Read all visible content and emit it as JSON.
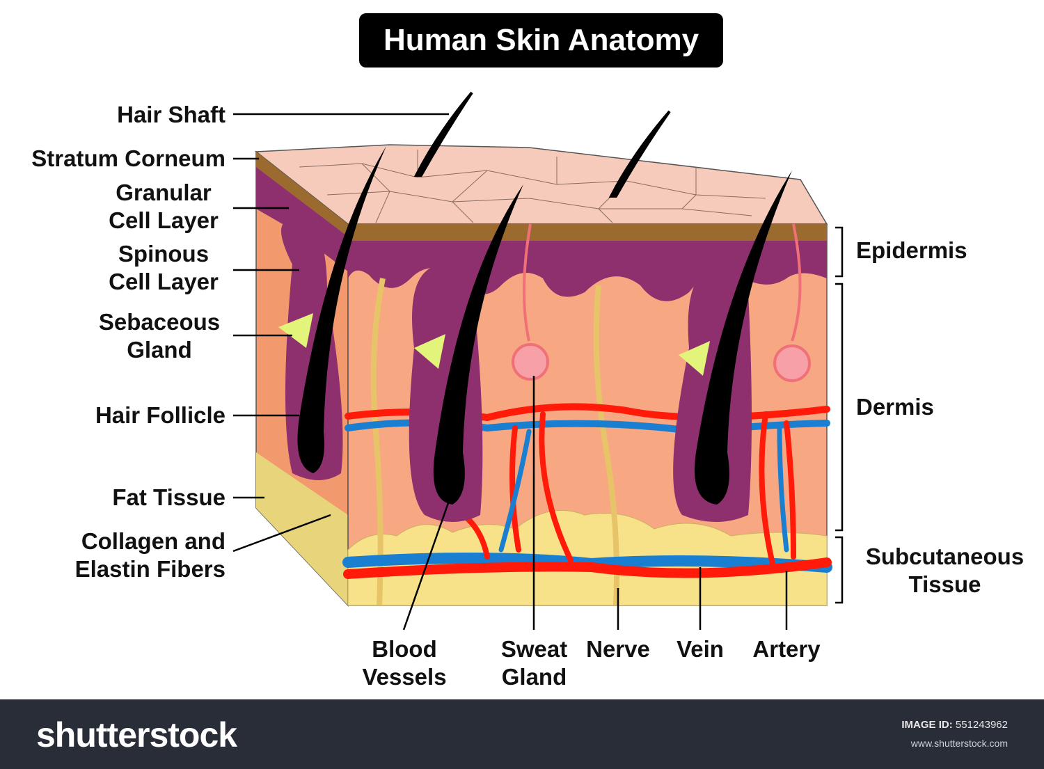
{
  "title": "Human Skin Anatomy",
  "labels_left": [
    "Hair Shaft",
    "Stratum Corneum",
    "Granular\nCell Layer",
    "Spinous\nCell Layer",
    "Sebaceous\nGland",
    "Hair Follicle",
    "Fat Tissue",
    "Collagen and\nElastin Fibers"
  ],
  "labels_right": [
    "Epidermis",
    "Dermis",
    "Subcutaneous\nTissue"
  ],
  "labels_bottom": [
    "Blood\nVessels",
    "Sweat\nGland",
    "Nerve",
    "Vein",
    "Artery"
  ],
  "colors": {
    "stratum": "#9a6a2e",
    "epidermis": "#8e2f6e",
    "dermis": "#f5a883",
    "fat": "#f7e28a",
    "artery": "#ff1a0a",
    "vein": "#1a7fd0",
    "skin_top": "#f7cbbb"
  },
  "footer": {
    "logo": "shutterstock",
    "image_id_label": "IMAGE ID:",
    "image_id": "551243962",
    "site": "www.shutterstock.com"
  }
}
